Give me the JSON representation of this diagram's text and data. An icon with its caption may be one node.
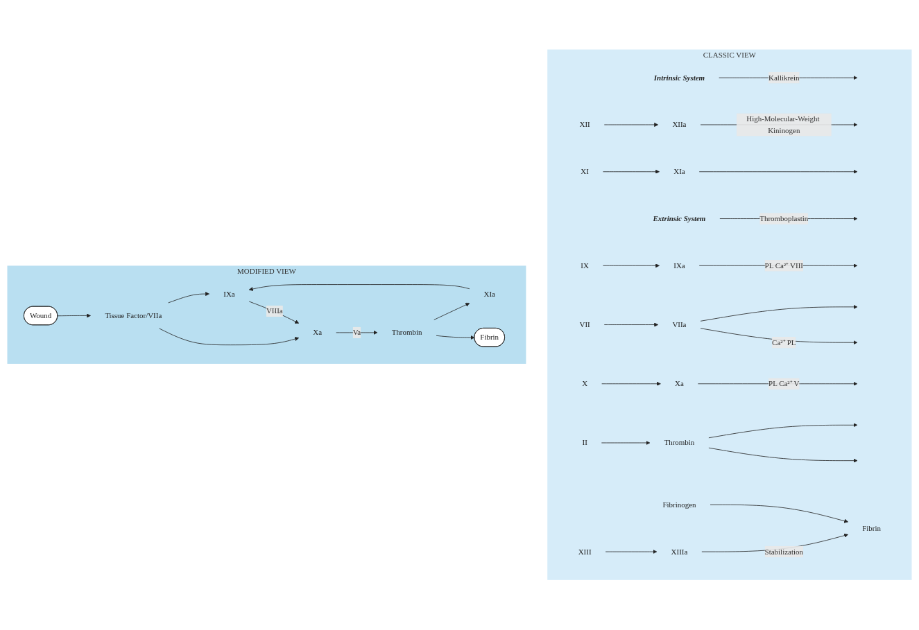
{
  "diagram": {
    "nodes": [
      {
        "text": [
          "CLASSIC VIEW"
        ]
      },
      {
        "text": [
          "Intrinsic System"
        ],
        "in": 0
      },
      {
        "text": [
          "XII"
        ],
        "in": 0
      },
      {
        "text": [
          "XIIa"
        ],
        "in": 0
      },
      {
        "text": [
          "Extrinsic System"
        ],
        "in": 0
      },
      {
        "text": [
          "XI"
        ],
        "in": 0
      },
      {
        "text": [
          "XIa"
        ],
        "in": 0
      },
      {
        "text": [
          "IX"
        ],
        "in": 0
      },
      {
        "text": [
          "IXa"
        ],
        "in": 0
      },
      {
        "text": [
          "VIIa"
        ],
        "in": 0
      },
      {
        "text": [
          "VII"
        ],
        "in": 0
      },
      {
        "text": [
          "X"
        ],
        "in": 0
      },
      {
        "text": [
          "Xa"
        ],
        "in": 0
      },
      {
        "text": [
          "II"
        ],
        "in": 0
      },
      {
        "text": [
          "Thrombin"
        ],
        "in": 0
      },
      {
        "text": [
          "Fibrinogen"
        ],
        "in": 0
      },
      {
        "text": [
          "Fibrin"
        ],
        "in": 0
      },
      {
        "text": [
          "XIII"
        ],
        "in": 0
      },
      {
        "text": [
          "XIIIa"
        ],
        "in": 0
      },
      {
        "text": [
          "MODIFIED VIEW"
        ]
      },
      {
        "text": [
          "Wound"
        ],
        "in": 19
      },
      {
        "text": [
          "Tissue Factor/VIIa"
        ],
        "in": 19
      },
      {
        "text": [
          "IXa"
        ],
        "in": 19
      },
      {
        "text": [
          "Xa"
        ],
        "in": 19
      },
      {
        "text": [
          "XIa"
        ],
        "in": 19
      },
      {
        "text": [
          "Thrombin"
        ],
        "in": 19
      },
      {
        "text": [
          "Fibrin"
        ],
        "in": 19
      }
    ],
    "edges": [
      {
        "from": 1,
        "to": null,
        "arrow": "to",
        "label": "Kallikrein"
      },
      {
        "from": 2,
        "to": 3,
        "arrow": "to"
      },
      {
        "from": 3,
        "to": null,
        "arrow": "to",
        "label": "High-Molecular-Weight Kininogen"
      },
      {
        "from": 5,
        "to": 6,
        "arrow": "to"
      },
      {
        "from": 4,
        "to": null,
        "arrow": "to",
        "label": "Thromboplastin"
      },
      {
        "from": 6,
        "to": null,
        "arrow": "to"
      },
      {
        "from": 9,
        "to": null,
        "arrow": "to"
      },
      {
        "from": 7,
        "to": 8,
        "arrow": "to"
      },
      {
        "from": 10,
        "to": 9,
        "arrow": "to"
      },
      {
        "from": 8,
        "to": null,
        "arrow": "to",
        "label": "PL Ca²⁺ VIII"
      },
      {
        "from": 9,
        "to": null,
        "arrow": "to",
        "label": "Ca²⁺ PL"
      },
      {
        "from": 11,
        "to": 12,
        "arrow": "to"
      },
      {
        "from": 12,
        "to": null,
        "arrow": "to",
        "label": "PL Ca²⁺ V"
      },
      {
        "from": 13,
        "to": 14,
        "arrow": "to"
      },
      {
        "from": 14,
        "to": null,
        "arrow": "to"
      },
      {
        "from": 14,
        "to": null,
        "arrow": "to"
      },
      {
        "from": 15,
        "to": 16,
        "arrow": "to"
      },
      {
        "from": 17,
        "to": 18,
        "arrow": "to"
      },
      {
        "from": 18,
        "to": 16,
        "arrow": "to",
        "label": "Stabilization"
      },
      {
        "from": 20,
        "to": 21,
        "arrow": "to"
      },
      {
        "from": 21,
        "to": 22,
        "arrow": "to"
      },
      {
        "from": 21,
        "to": 23,
        "arrow": "to"
      },
      {
        "from": 22,
        "to": 23,
        "arrow": "to",
        "label": "VIIIa"
      },
      {
        "from": 23,
        "to": 25,
        "arrow": "to",
        "label": "Va"
      },
      {
        "from": 25,
        "to": 24,
        "arrow": "to"
      },
      {
        "from": 24,
        "to": 22,
        "arrow": "to"
      },
      {
        "from": 25,
        "to": 26,
        "arrow": "to"
      }
    ]
  }
}
